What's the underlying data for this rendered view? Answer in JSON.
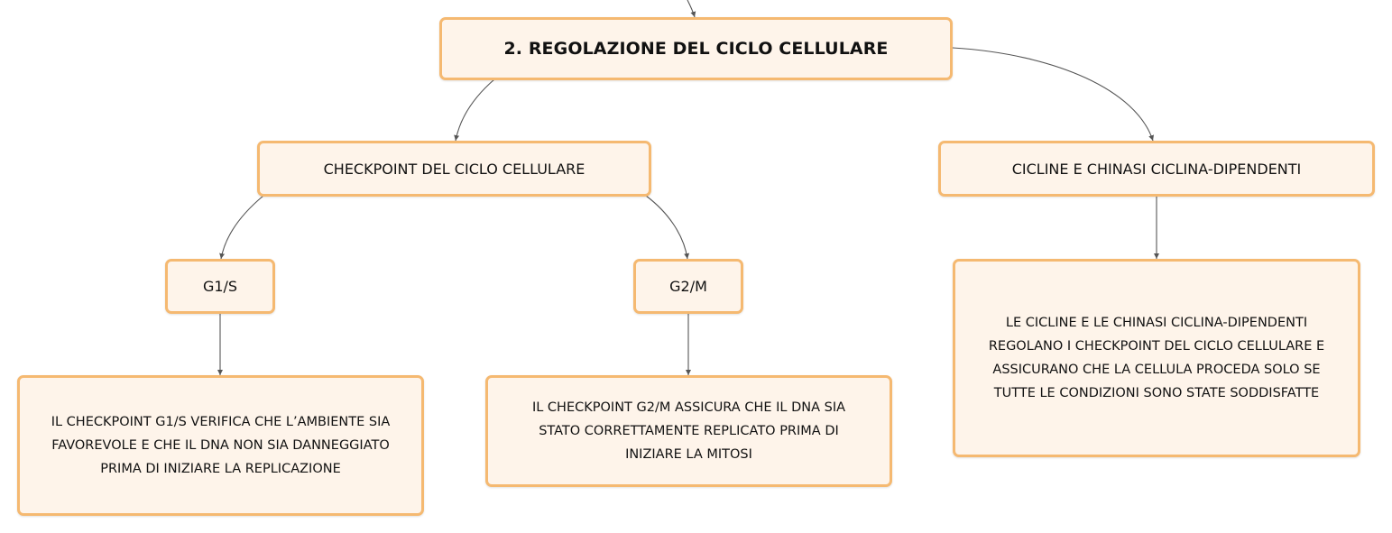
{
  "colors": {
    "node_border": "#F5B971",
    "node_fill": "#FEF4EA",
    "connector": "#555555",
    "text": "#111111"
  },
  "nodes": {
    "root": {
      "label": "2. REGOLAZIONE DEL CICLO CELLULARE"
    },
    "checkpoint": {
      "label": "CHECKPOINT DEL CICLO CELLULARE"
    },
    "cicline": {
      "label": "CICLINE E CHINASI CICLINA-DIPENDENTI"
    },
    "g1s": {
      "label": "G1/S"
    },
    "g2m": {
      "label": "G2/M"
    },
    "g1s_desc": {
      "lines": [
        "IL CHECKPOINT G1/S VERIFICA CHE L’AMBIENTE SIA",
        "FAVOREVOLE E CHE IL DNA NON SIA DANNEGGIATO",
        "PRIMA DI INIZIARE LA REPLICAZIONE"
      ]
    },
    "g2m_desc": {
      "lines": [
        "IL CHECKPOINT G2/M ASSICURA CHE IL DNA SIA",
        "STATO CORRETTAMENTE REPLICATO PRIMA DI",
        "INIZIARE LA MITOSI"
      ]
    },
    "cicline_desc": {
      "lines": [
        "LE CICLINE E LE CHINASI CICLINA-DIPENDENTI",
        "REGOLANO I CHECKPOINT DEL CICLO CELLULARE E",
        "ASSICURANO CHE LA CELLULA PROCEDA SOLO SE",
        "TUTTE LE CONDIZIONI SONO STATE SODDISFATTE"
      ]
    }
  }
}
